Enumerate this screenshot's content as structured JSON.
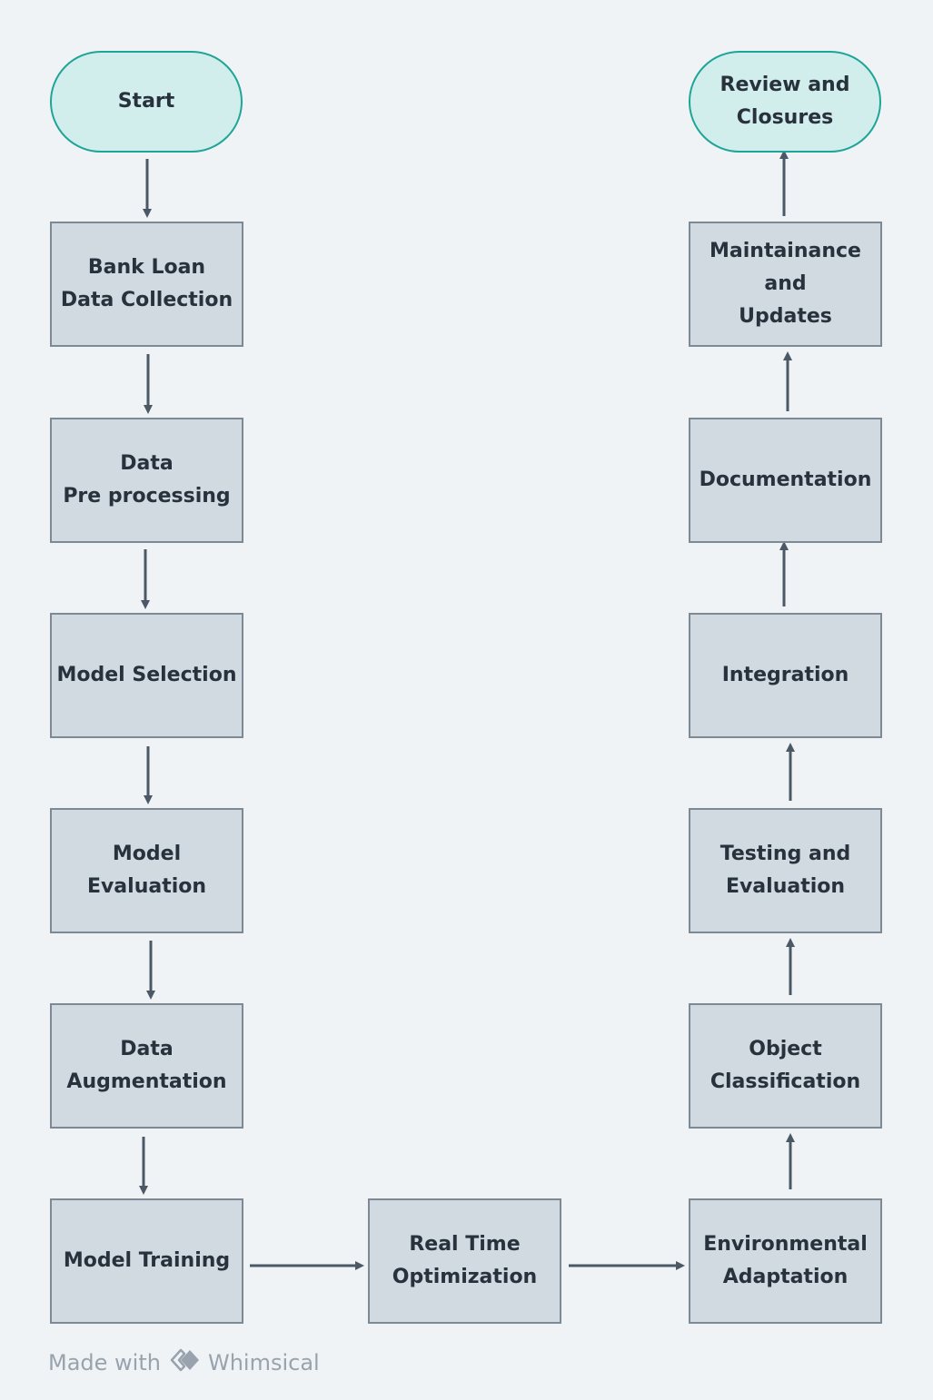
{
  "nodes": {
    "start": "Start",
    "bank_loan": "Bank Loan\nData Collection",
    "data_preprocessing": "Data\n Pre processing",
    "model_selection": "Model Selection",
    "model_evaluation": "Model Evaluation",
    "data_augmentation": "Data\nAugmentation",
    "model_training": "Model Training",
    "real_time_optimization": "Real Time\nOptimization",
    "environmental_adaptation": "Environmental\nAdaptation",
    "object_classification": "Object\nClassification",
    "testing_evaluation": "Testing and\nEvaluation",
    "integration": "Integration",
    "documentation": "Documentation",
    "maintenance": "Maintainance\nand\nUpdates",
    "review_closures": "Review and\nClosures"
  },
  "footer": {
    "made_with": "Made with",
    "brand": "Whimsical"
  },
  "colors": {
    "background": "#eff3f6",
    "box_fill": "#d1dae1",
    "box_border": "#7d8a95",
    "terminal_fill": "#d1eeed",
    "terminal_border": "#1fa597",
    "arrow": "#4b5866",
    "text": "#28323c"
  }
}
